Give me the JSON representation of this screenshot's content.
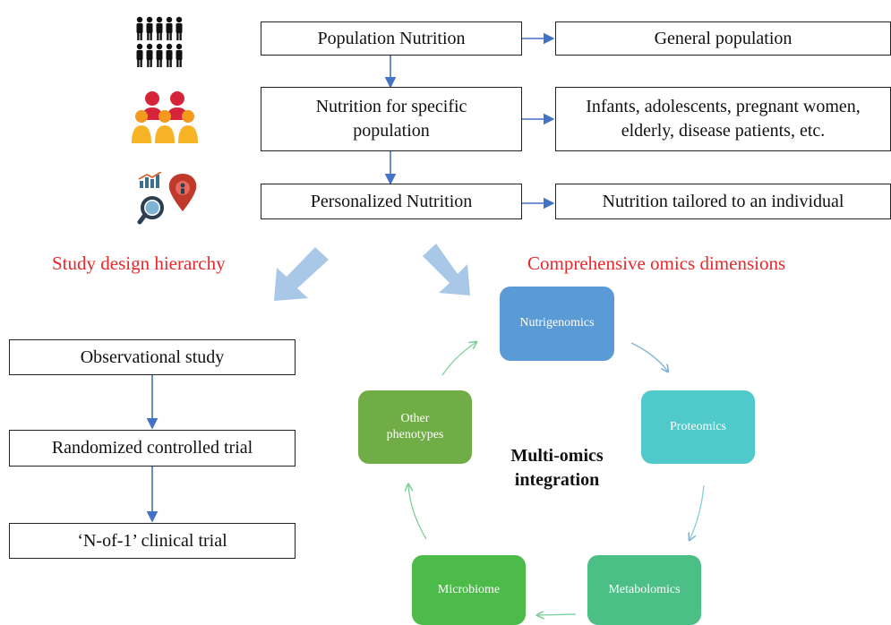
{
  "hierarchy": {
    "boxes": [
      "Population Nutrition",
      "Nutrition for specific population",
      "Personalized Nutrition"
    ],
    "targets": [
      "General population",
      "Infants, adolescents, pregnant women, elderly, disease patients, etc.",
      "Nutrition tailored to an individual"
    ],
    "icons": [
      "population-crowd-icon",
      "group-people-icon",
      "personalized-analytics-icon"
    ]
  },
  "headings": {
    "left": "Study design hierarchy",
    "right": "Comprehensive omics dimensions"
  },
  "study_design": [
    "Observational study",
    "Randomized controlled trial",
    "‘N-of-1’ clinical trial"
  ],
  "omics": {
    "center": "Multi-omics integration",
    "nodes": [
      "Nutrigenomics",
      "Proteomics",
      "Metabolomics",
      "Microbiome",
      "Other phenotypes"
    ]
  },
  "colors": {
    "heading": "#e8282b",
    "flow_arrow": "#4472c4",
    "big_arrow": "#a9c8e8",
    "nutrigenomics": "#5b9bd5",
    "proteomics": "#4fc9c9",
    "metabolomics": "#4bbf85",
    "microbiome": "#4cbb4a",
    "other_phenotypes": "#70ad47"
  }
}
